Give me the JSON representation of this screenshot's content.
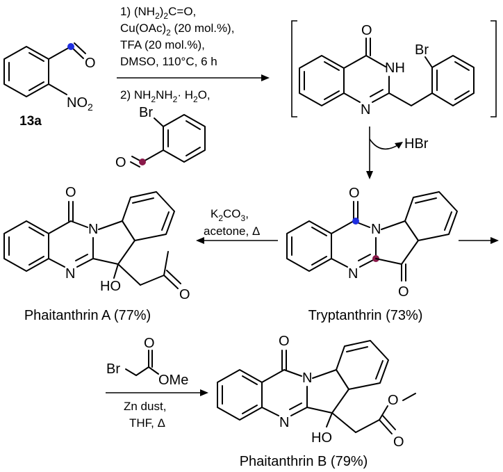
{
  "atom_labels": {
    "O": "O",
    "N": "N",
    "NH": "NH",
    "NO": "NO",
    "sub2": "2",
    "Br": "Br",
    "HO": "HO",
    "OMe": "OMe",
    "HBr": "HBr"
  },
  "compound_13a": "13a",
  "step1": {
    "line1_pre": "1) (NH",
    "line1_sub": "2",
    "line1_post": ")",
    "line1_sub2": "2",
    "line1_end": "C=O,",
    "line2_pre": "Cu(OAc)",
    "line2_sub": "2",
    "line2_post": " (20 mol.%),",
    "line3": "TFA (20 mol.%),",
    "line4": "DMSO, 110°C, 6 h",
    "line5_pre": "2)  NH",
    "line5_sub1": "2",
    "line5_mid": "NH",
    "line5_sub2": "2",
    "line5_post": "· H",
    "line5_sub3": "2",
    "line5_end": "O,"
  },
  "step_k2co3": {
    "line1_pre": "K",
    "line1_sub1": "2",
    "line1_mid": "CO",
    "line1_sub2": "3",
    "line1_end": ",",
    "line2": "acetone, Δ"
  },
  "step_zn": {
    "line1": "Zn dust,",
    "line2": "THF, Δ"
  },
  "products": {
    "tryptanthrin": "Tryptanthrin (73%)",
    "phaitanthrin_a": "Phaitanthrin A (77%)",
    "phaitanthrin_b": "Phaitanthrin B (79%)"
  },
  "colors": {
    "marker_blue": "#1f2fe0",
    "marker_purple": "#8a1a4a"
  }
}
